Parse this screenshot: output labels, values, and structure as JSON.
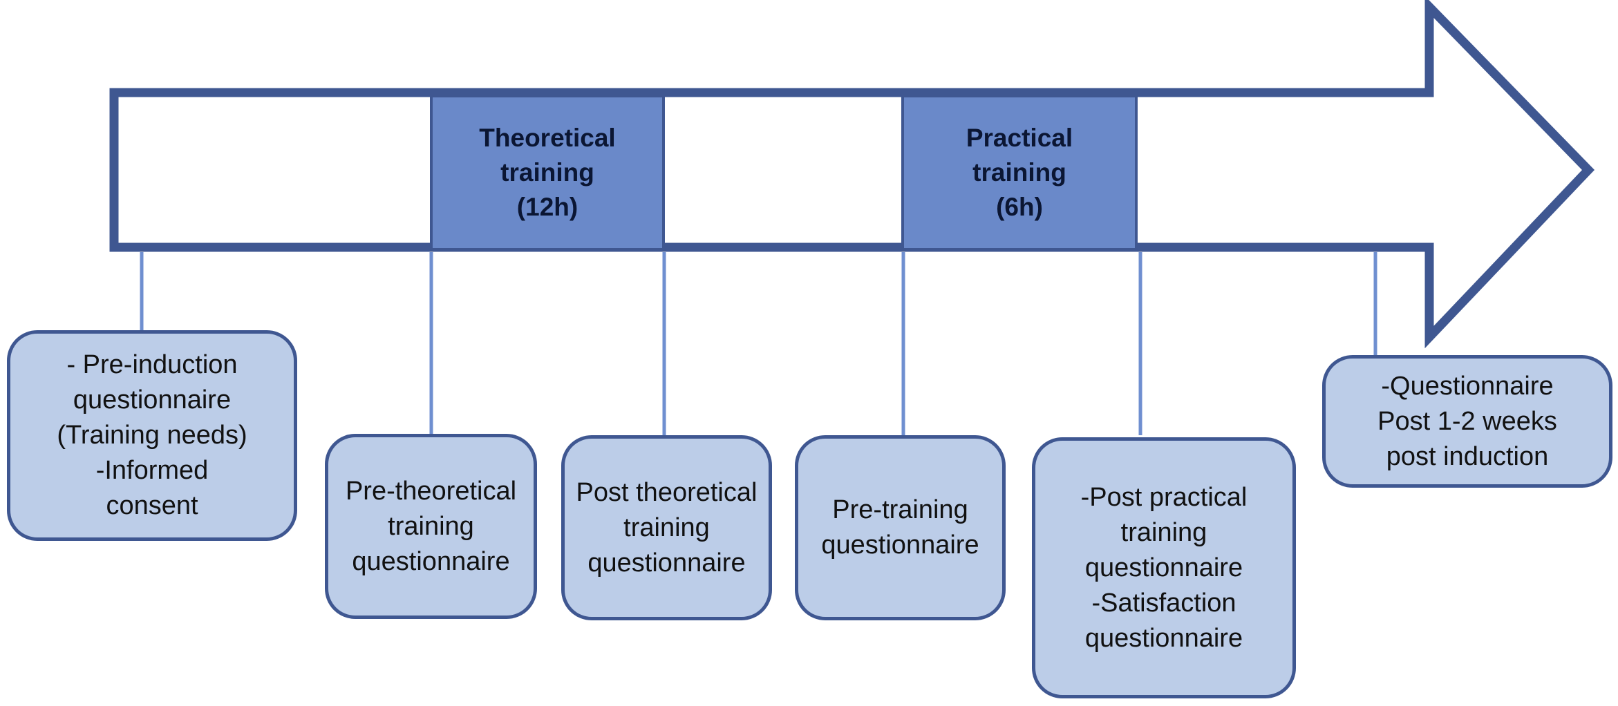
{
  "colors": {
    "arrow_outline": "#3f5791",
    "phase_fill": "#6a89c9",
    "connector": "#6f8fd0",
    "box_fill": "#bccde8",
    "box_border": "#3f5791",
    "phase_text": "#0b1633",
    "box_text": "#111111"
  },
  "timeline": {
    "phases": [
      {
        "label": "Theoretical\ntraining\n(12h)"
      },
      {
        "label": "Practical\ntraining\n(6h)"
      }
    ],
    "steps": [
      {
        "text": "- Pre-induction\nquestionnaire\n(Training needs)\n-Informed\nconsent"
      },
      {
        "text": "Pre-theoretical\ntraining\nquestionnaire"
      },
      {
        "text": "Post theoretical\ntraining\nquestionnaire"
      },
      {
        "text": "Pre-training\nquestionnaire"
      },
      {
        "text": "-Post practical\ntraining\nquestionnaire\n-Satisfaction\nquestionnaire"
      },
      {
        "text": "-Questionnaire\nPost 1-2 weeks\npost induction"
      }
    ]
  }
}
